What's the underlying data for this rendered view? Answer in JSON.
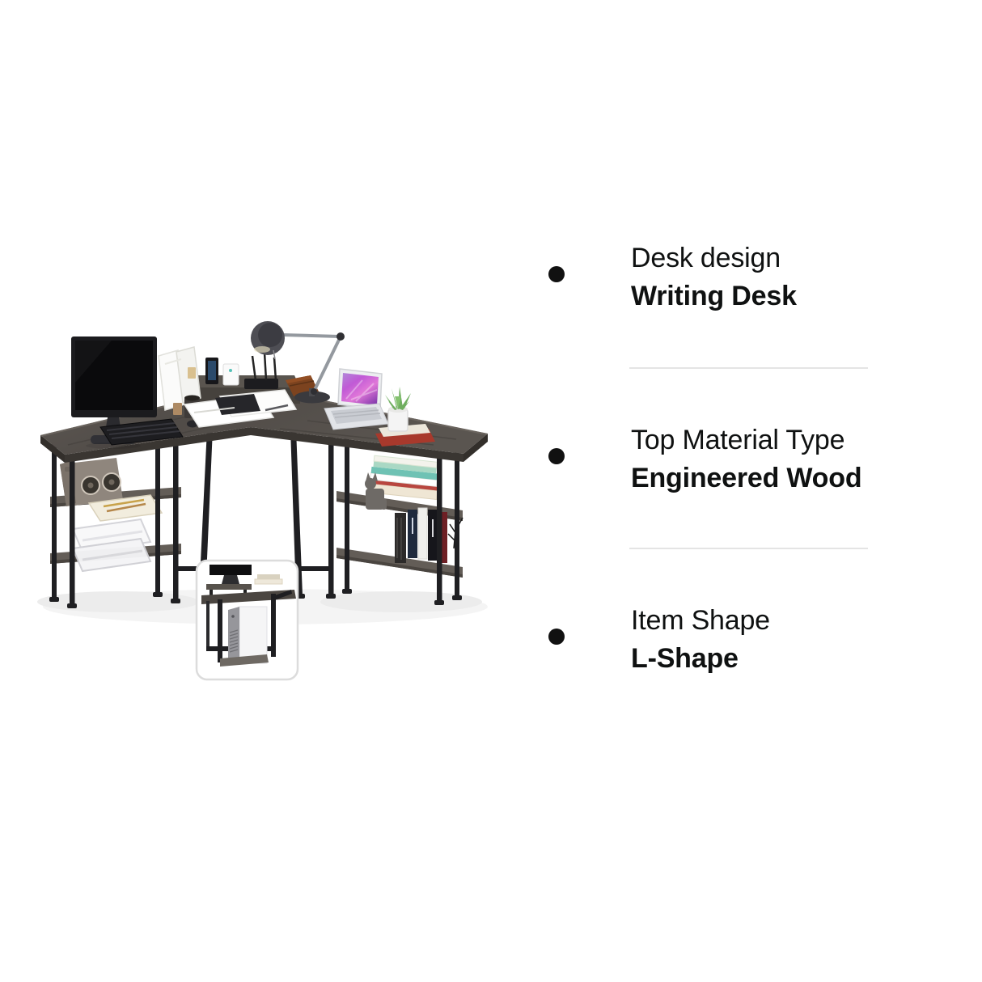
{
  "page": {
    "background": "#ffffff"
  },
  "product_image": {
    "description": "Black L-shaped corner computer desk with storage shelves, monitor, laptop, desk lamp, books and accessories",
    "inset_description": "Detail view of CPU tower stand under the desk",
    "colors": {
      "desk_top": "#56514c",
      "frame": "#1f1f22",
      "shelf_board": "#635d57",
      "desk_edge": "#3a3632"
    }
  },
  "facts": {
    "text_color": "#0f1111",
    "bullet_color": "#111111",
    "divider_color": "#e4e4e4",
    "items": [
      {
        "label": "Desk design",
        "value": "Writing Desk"
      },
      {
        "label": "Top Material Type",
        "value": "Engineered Wood"
      },
      {
        "label": "Item Shape",
        "value": "L-Shape"
      }
    ]
  }
}
